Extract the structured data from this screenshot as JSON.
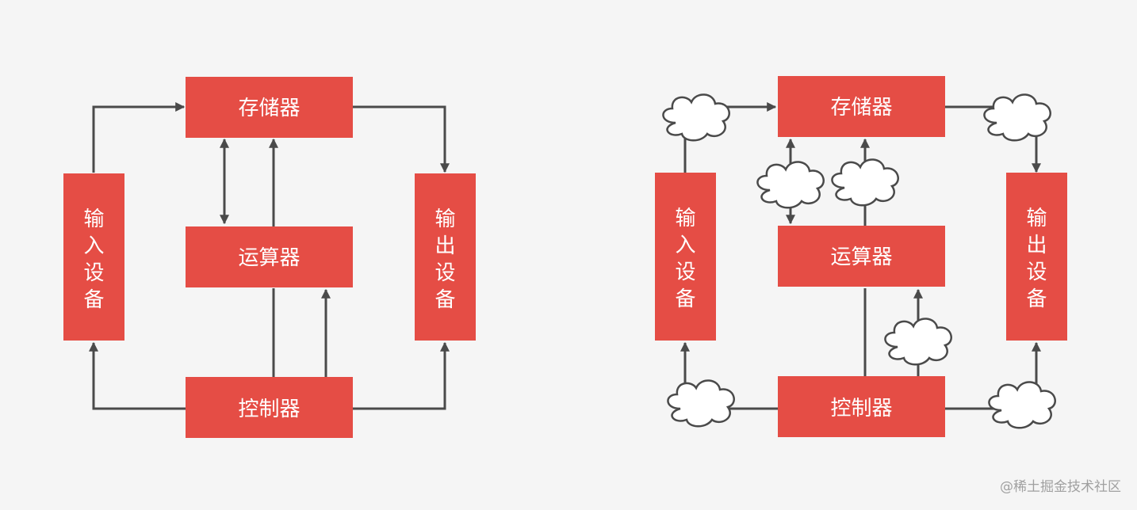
{
  "left_diagram": {
    "memory": "存储器",
    "alu": "运算器",
    "controller": "控制器",
    "input_chars": [
      "输",
      "入",
      "设",
      "备"
    ],
    "output_chars": [
      "输",
      "出",
      "设",
      "备"
    ]
  },
  "right_diagram": {
    "memory": "存储器",
    "alu": "运算器",
    "controller": "控制器",
    "input_chars": [
      "输",
      "入",
      "设",
      "备"
    ],
    "output_chars": [
      "输",
      "出",
      "设",
      "备"
    ]
  },
  "watermark": "@稀土掘金技术社区",
  "colors": {
    "box": "#e54d45",
    "line": "#4a4a4a",
    "background": "#f5f5f5"
  }
}
